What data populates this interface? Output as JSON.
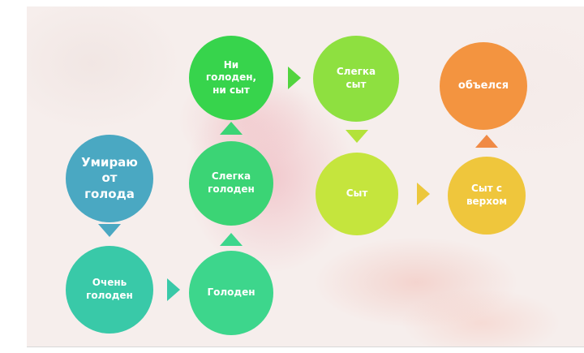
{
  "nodes": {
    "dying": {
      "label": "Умираю\nот\nголода",
      "color": "#4aa8c2"
    },
    "very_hungry": {
      "label": "Очень\nголоден",
      "color": "#39c9a8"
    },
    "hungry": {
      "label": "Голоден",
      "color": "#3dd68c"
    },
    "slightly_hungry": {
      "label": "Слегка\nголоден",
      "color": "#3bd475"
    },
    "neutral": {
      "label": "Ни\nголоден,\nни сыт",
      "color": "#37d44c"
    },
    "slightly_full": {
      "label": "Слегка\nсыт",
      "color": "#8ee040"
    },
    "full": {
      "label": "Сыт",
      "color": "#c5e53d"
    },
    "very_full": {
      "label": "Сыт с\nверхом",
      "color": "#efc63c"
    },
    "overate": {
      "label": "объелся",
      "color": "#f39440"
    }
  },
  "arrow_colors": {
    "dying_down": "#4aa8c2",
    "to_hungry": "#39c9a8",
    "to_slightly_hungry": "#3dd68c",
    "to_neutral": "#3bd475",
    "to_slightly_full": "#52d43e",
    "to_full": "#b3e23a",
    "to_very_full": "#ecc73c",
    "to_overate": "#f08a45"
  }
}
